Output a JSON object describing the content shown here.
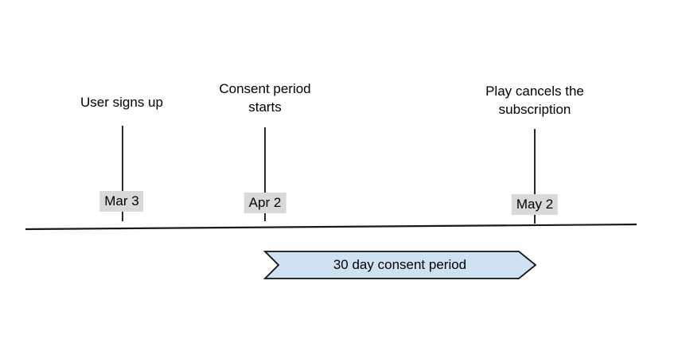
{
  "diagram": {
    "type": "timeline",
    "events": [
      {
        "label": "User signs up",
        "date": "Mar 3"
      },
      {
        "label": "Consent period starts",
        "date": "Apr 2"
      },
      {
        "label": "Play cancels the subscription",
        "date": "May 2"
      }
    ],
    "period": {
      "label": "30 day consent period"
    },
    "colors": {
      "period_fill": "#cfe2f3",
      "period_border": "#111111",
      "date_badge_bg": "#d9d9d9",
      "line": "#111111",
      "text": "#000000",
      "background": "#ffffff"
    }
  }
}
